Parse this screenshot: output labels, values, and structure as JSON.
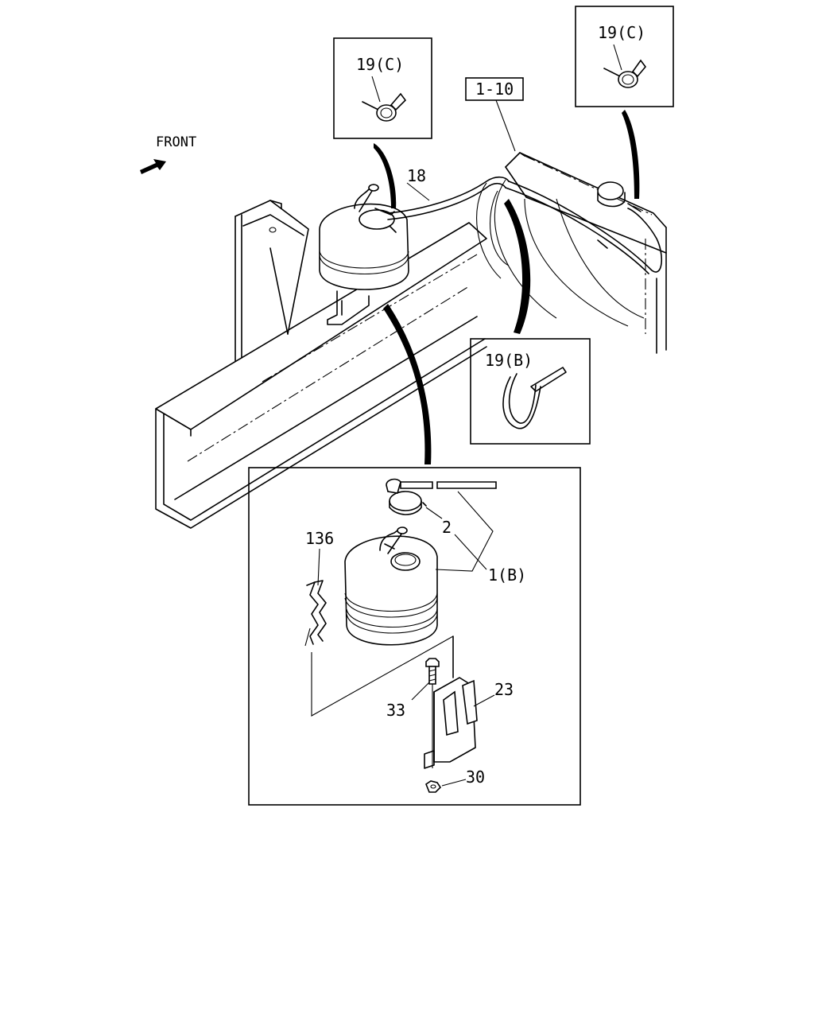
{
  "labels": {
    "front": "FRONT",
    "ref_1_10": "1-10",
    "part_19c_left": "19(C)",
    "part_19c_right": "19(C)",
    "part_19b": "19(B)",
    "part_18": "18",
    "part_2": "2",
    "part_1b": "1(B)",
    "part_136": "136",
    "part_33": "33",
    "part_23": "23",
    "part_30": "30"
  }
}
